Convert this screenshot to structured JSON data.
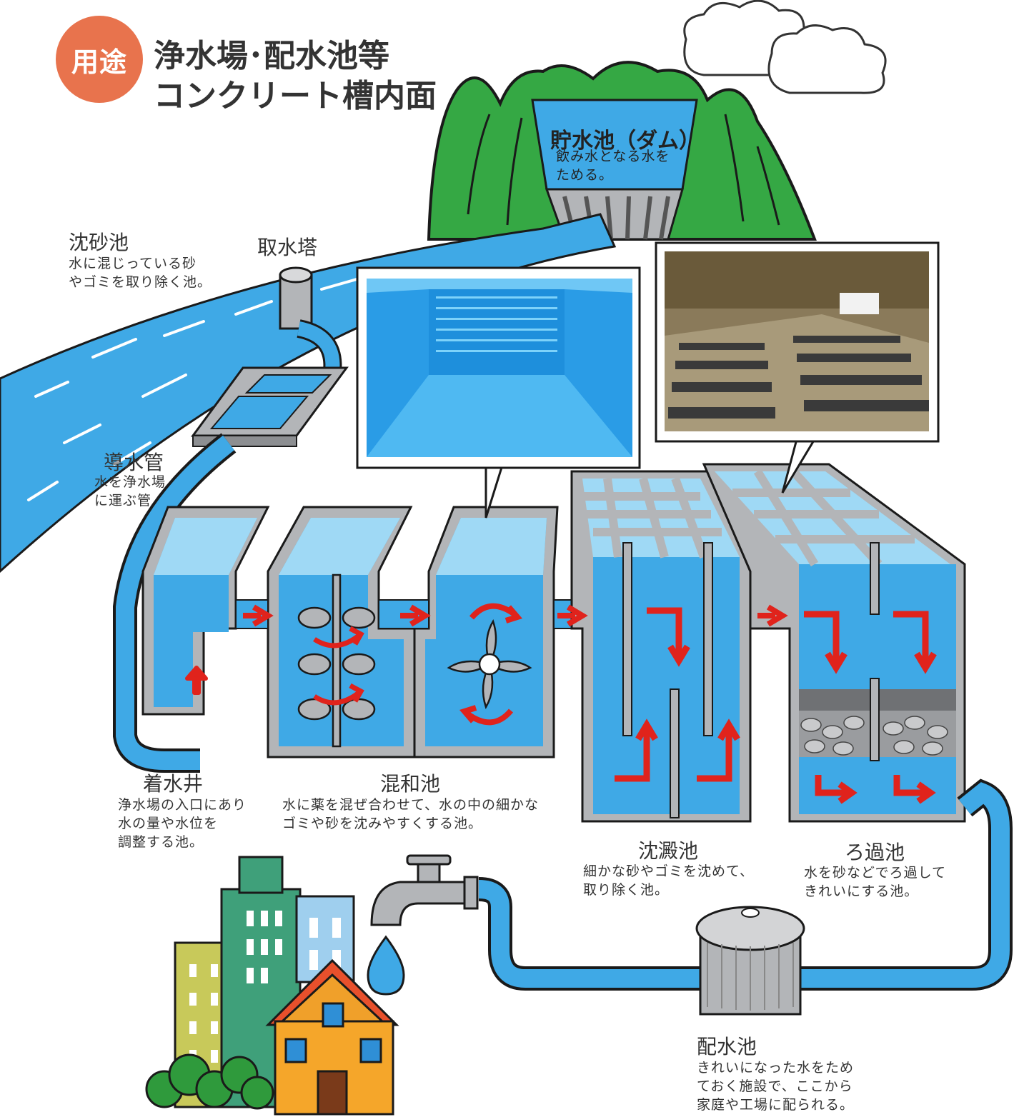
{
  "header": {
    "badge": "用途",
    "title_line1": "浄水場･配水池等",
    "title_line2": "コンクリート槽内面"
  },
  "labels": {
    "dam": {
      "title": "貯水池（ダム）",
      "desc": "飲み水となる水を\nためる。"
    },
    "grit_basin": {
      "title": "沈砂池",
      "desc": "水に混じっている砂\nやゴミを取り除く池。"
    },
    "intake_tower": {
      "title": "取水塔"
    },
    "conduit": {
      "title": "導水管",
      "desc": "水を浄水場\nに運ぶ管"
    },
    "receiving_well": {
      "title": "着水井",
      "desc": "浄水場の入口にあり\n水の量や水位を\n調整する池。"
    },
    "mixing_basin": {
      "title": "混和池",
      "desc": "水に薬を混ぜ合わせて、水の中の細かな\nゴミや砂を沈みやすくする池。"
    },
    "settling_basin": {
      "title": "沈澱池",
      "desc": "細かな砂やゴミを沈めて、\n取り除く池。"
    },
    "filter_basin": {
      "title": "ろ過池",
      "desc": "水を砂などでろ過して\nきれいにする池。"
    },
    "distribution_reservoir": {
      "title": "配水池",
      "desc": "きれいになった水をため\nておく施設で、ここから\n家庭や工場に配られる。"
    }
  },
  "colors": {
    "water": "#3fa9e6",
    "water_light": "#9fd9f5",
    "concrete": "#b3b5b8",
    "concrete_dark": "#6e7073",
    "mountain": "#35a844",
    "arrow": "#e0231c",
    "badge": "#e8734d"
  }
}
